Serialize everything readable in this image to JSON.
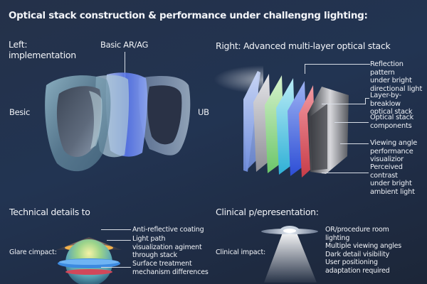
{
  "title": "Optical stack construction & performance under challengng lighting:",
  "left_panel": {
    "heading_line1": "Left:",
    "heading_line2": "implementation",
    "label_top": "Basic AR/AG",
    "label_left": "Besic",
    "label_right": "UB"
  },
  "right_panel": {
    "heading": "Right: Advanced multi-layer optical stack",
    "layer_colors": [
      "#7f9fe6",
      "#a9a9b0",
      "#8fd88a",
      "#49bfe0",
      "#3e63e0",
      "#d85a64",
      "#6a6d72"
    ],
    "callouts": [
      {
        "lines": [
          "Reflection pattern",
          "under bright",
          "directional light"
        ]
      },
      {
        "lines": [
          "Layer-by-breaklow",
          "optical stack"
        ]
      },
      {
        "lines": [
          "Optical stack",
          "components"
        ]
      },
      {
        "lines": [
          "Viewing angle",
          "performance",
          "visualizior"
        ]
      },
      {
        "lines": [
          "Perceived contrast",
          "under bright",
          "ambient light"
        ]
      }
    ]
  },
  "technical": {
    "heading": "Technical details to",
    "side_label": "Glare cimpact:",
    "callouts": [
      {
        "lines": [
          "Anti-reflective coating"
        ]
      },
      {
        "lines": [
          "Light path",
          "visualization agiment",
          "through stack"
        ]
      },
      {
        "lines": [
          "Surface treatment",
          "mechanism differences"
        ]
      }
    ]
  },
  "clinical": {
    "heading": "Clinical p/epresentation:",
    "side_label": "Clinical impact:",
    "items": [
      "OR/procedure room",
      "lighting",
      "Multiple viewing angles",
      "Dark detail visibility",
      "User positioning",
      "adaptation required"
    ]
  }
}
